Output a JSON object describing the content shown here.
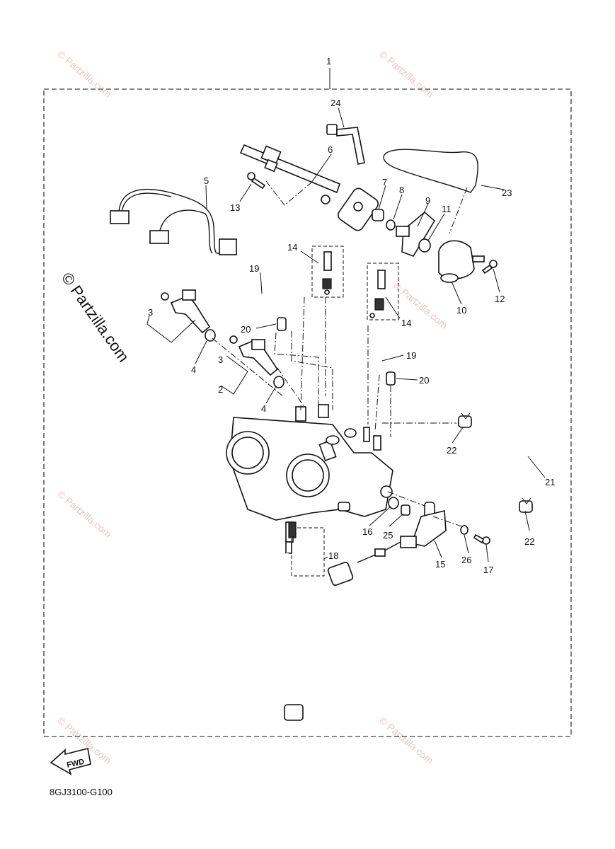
{
  "diagram": {
    "code": "8GJ3100-G100",
    "fwd_label": "FWD",
    "watermark": "© Partzilla.com",
    "callouts": [
      "1",
      "2",
      "3",
      "3",
      "4",
      "4",
      "5",
      "6",
      "7",
      "8",
      "9",
      "10",
      "11",
      "12",
      "13",
      "14",
      "14",
      "15",
      "16",
      "17",
      "18",
      "19",
      "19",
      "20",
      "20",
      "21",
      "22",
      "22",
      "23",
      "24",
      "25",
      "26"
    ]
  }
}
